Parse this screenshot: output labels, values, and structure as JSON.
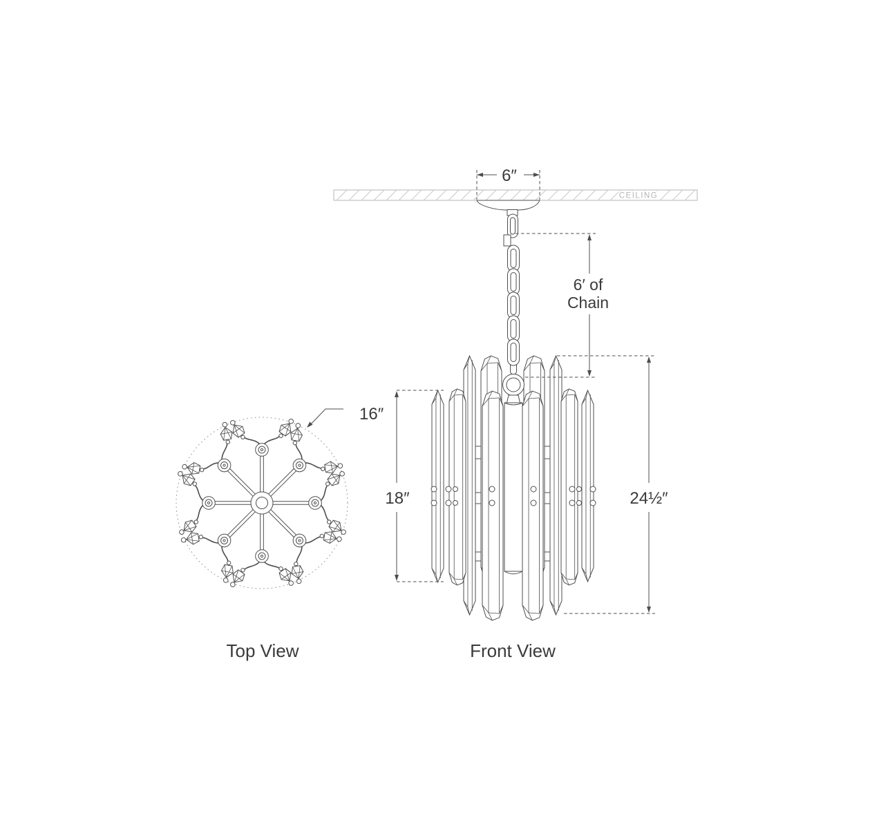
{
  "diagram": {
    "ceiling_label": "CEILING",
    "dimensions": {
      "canopy_width": "6″",
      "chain_length_line1": "6′ of",
      "chain_length_line2": "Chain",
      "top_diameter": "16″",
      "shade_height": "18″",
      "overall_height": "24½″"
    },
    "views": {
      "top_label": "Top View",
      "front_label": "Front View"
    },
    "colors": {
      "line": "#4d4d4d",
      "text": "#3a3a3a",
      "muted": "#b5b5b5",
      "hatch": "#c9c9c9"
    }
  }
}
